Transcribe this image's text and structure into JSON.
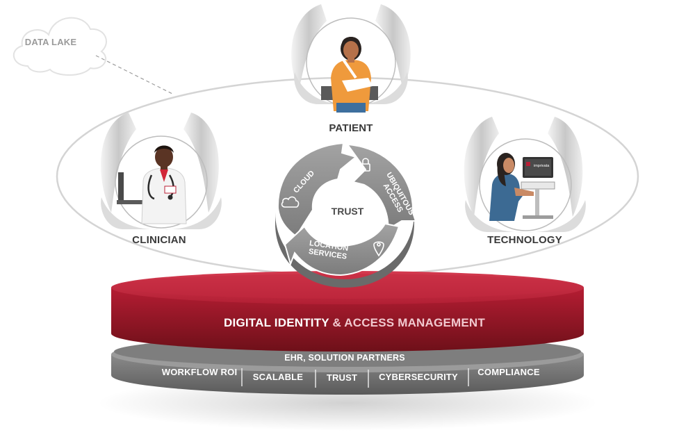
{
  "data_lake": {
    "label": "DATA LAKE"
  },
  "personas": {
    "patient": {
      "label": "PATIENT"
    },
    "clinician": {
      "label": "CLINICIAN"
    },
    "technology": {
      "label": "TECHNOLOGY",
      "monitor_brand": "imprivata"
    }
  },
  "cycle": {
    "center": "TRUST",
    "segments": [
      {
        "id": "cloud",
        "label": "CLOUD",
        "icon": "cloud-icon"
      },
      {
        "id": "ubiquitous",
        "label": "UBIQUITOUS ACCESS",
        "line1": "UBIQUITOUS",
        "line2": "ACCESS",
        "icon": "lock-icon"
      },
      {
        "id": "location",
        "label": "LOCATION SERVICES",
        "line1": "LOCATION",
        "line2": "SERVICES",
        "icon": "location-pin-icon"
      }
    ]
  },
  "platform": {
    "title_main": "DIGITAL IDENTITY",
    "title_amp": "& ACCESS MANAGEMENT",
    "partners": "EHR, SOLUTION PARTNERS",
    "pillars": [
      "WORKFLOW ROI",
      "SCALABLE",
      "TRUST",
      "CYBERSECURITY",
      "COMPLIANCE"
    ]
  },
  "colors": {
    "platform_red": "#b81f35",
    "platform_dark_red": "#7a1420",
    "cycle_gray": "#8a8a8a",
    "base_gray": "#6f6f6f",
    "orbit_gray": "#cfcfcf"
  }
}
